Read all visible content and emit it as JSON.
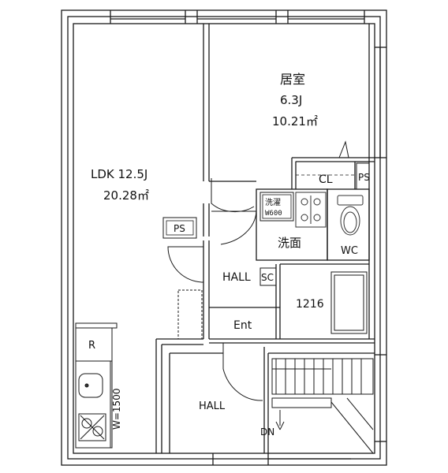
{
  "rooms": {
    "bedroom": {
      "name": "居室",
      "size_j": "6.3J",
      "area": "10.21㎡"
    },
    "ldk": {
      "name": "LDK 12.5J",
      "area": "20.28㎡"
    },
    "closet": "CL",
    "ps_top": "PS",
    "ps_ldk": "PS",
    "washer_pan": {
      "line1": "洗濯",
      "line2": "W600"
    },
    "washroom": "洗面",
    "toilet": "WC",
    "hall_inner": "HALL",
    "shoe_closet": "SC",
    "bath": "1216",
    "entrance": "Ent",
    "refrigerator": "R",
    "kitchen_width": "W=1500",
    "hall_outer": "HALL",
    "stair_down": "DN"
  },
  "colors": {
    "line": "#1a1a1a",
    "background": "#ffffff",
    "fixture": "#333333"
  }
}
